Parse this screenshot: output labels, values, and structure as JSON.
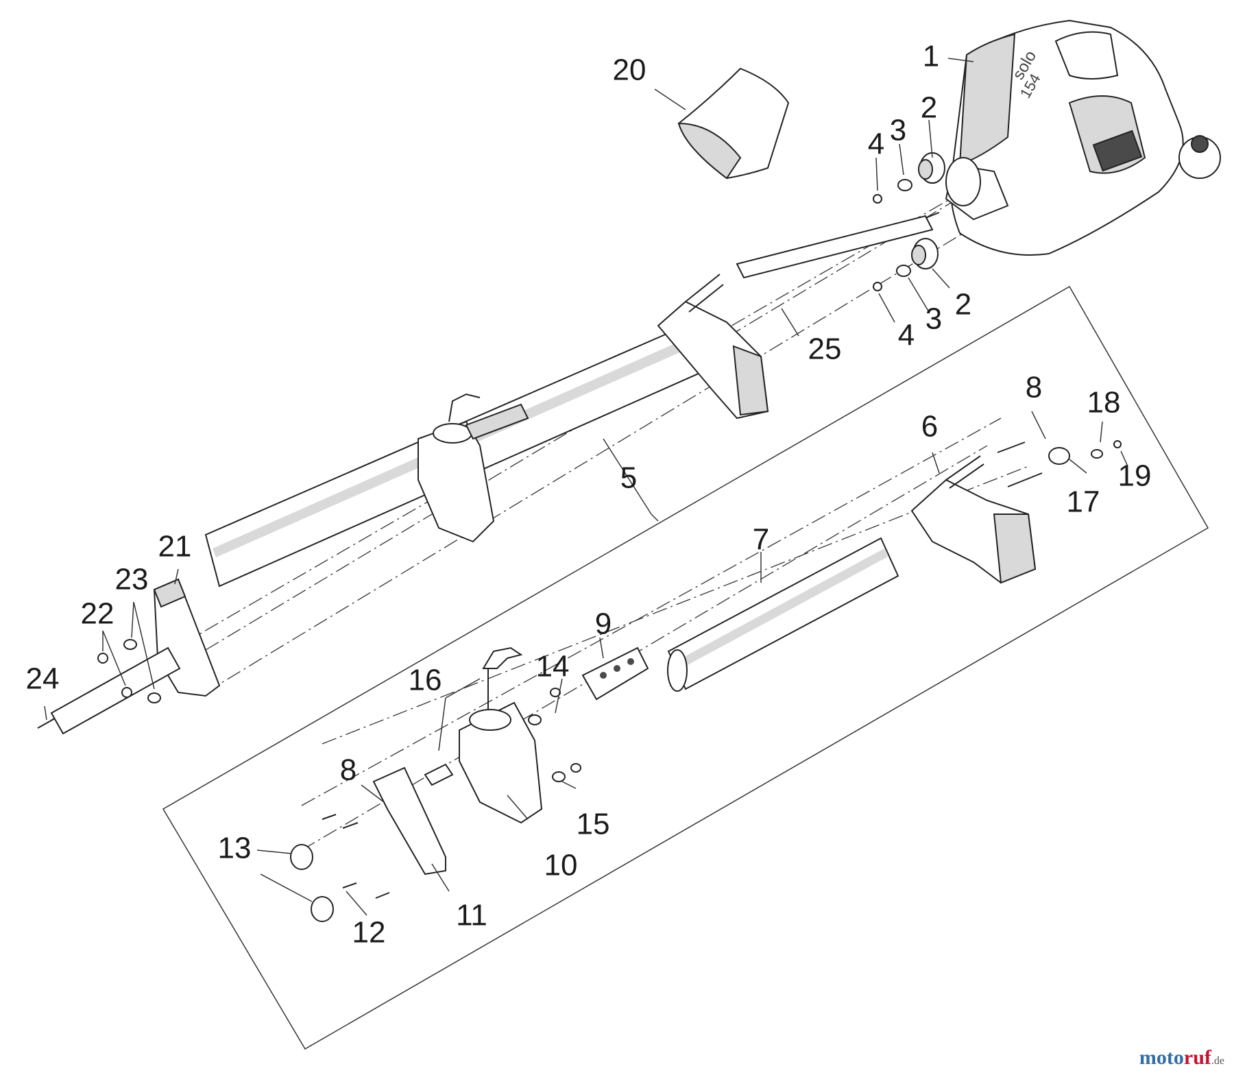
{
  "parts": [
    {
      "id": "1",
      "label": "1"
    },
    {
      "id": "2",
      "label": "2"
    },
    {
      "id": "3",
      "label": "3"
    },
    {
      "id": "4",
      "label": "4"
    },
    {
      "id": "5",
      "label": "5"
    },
    {
      "id": "6",
      "label": "6"
    },
    {
      "id": "7",
      "label": "7"
    },
    {
      "id": "8",
      "label": "8"
    },
    {
      "id": "9",
      "label": "9"
    },
    {
      "id": "10",
      "label": "10"
    },
    {
      "id": "11",
      "label": "11"
    },
    {
      "id": "12",
      "label": "12"
    },
    {
      "id": "13",
      "label": "13"
    },
    {
      "id": "14",
      "label": "14"
    },
    {
      "id": "15",
      "label": "15"
    },
    {
      "id": "16",
      "label": "16"
    },
    {
      "id": "17",
      "label": "17"
    },
    {
      "id": "18",
      "label": "18"
    },
    {
      "id": "19",
      "label": "19"
    },
    {
      "id": "20",
      "label": "20"
    },
    {
      "id": "21",
      "label": "21"
    },
    {
      "id": "22",
      "label": "22"
    },
    {
      "id": "23",
      "label": "23"
    },
    {
      "id": "24",
      "label": "24"
    },
    {
      "id": "25",
      "label": "25"
    }
  ],
  "engine_badge": {
    "line1": "solo",
    "line2": "154"
  },
  "watermark": {
    "brand_a": "moto",
    "brand_b": "ruf",
    "suffix": ".de"
  }
}
